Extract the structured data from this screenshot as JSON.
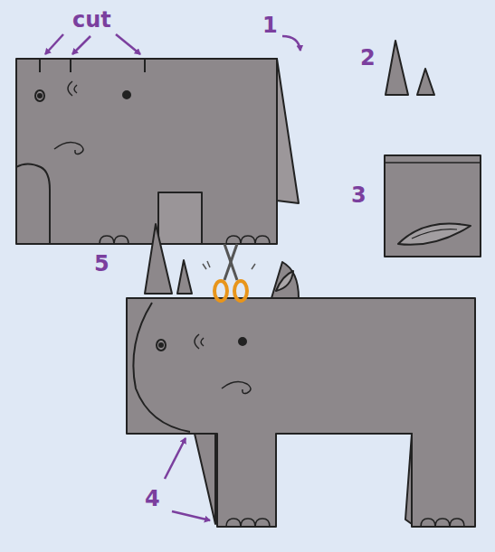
{
  "diagram": {
    "labels": [
      "cut",
      "1",
      "2",
      "3",
      "4",
      "5"
    ]
  }
}
